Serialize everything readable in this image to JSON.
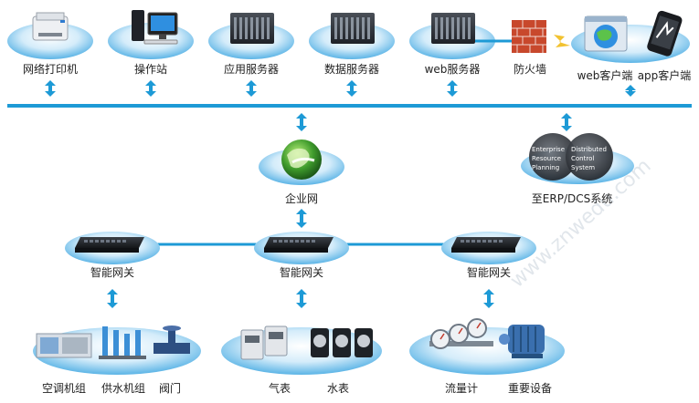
{
  "colors": {
    "bus": "#1d9ad6",
    "arrow": "#1d9ad6",
    "disc_light": "#e8f5fd",
    "disc_mid": "#9fd3f2",
    "disc_dark": "#3fa7e0",
    "server": "#2b2f36",
    "firewall": "#c8482c"
  },
  "top_nodes": [
    {
      "label": "网络打印机",
      "icon": "printer-icon"
    },
    {
      "label": "操作站",
      "icon": "workstation-icon"
    },
    {
      "label": "应用服务器",
      "icon": "server-icon"
    },
    {
      "label": "数据服务器",
      "icon": "server-icon"
    },
    {
      "label": "web服务器",
      "icon": "server-icon"
    },
    {
      "label": "防火墙",
      "icon": "firewall-icon"
    }
  ],
  "clients": {
    "web": "web客户端",
    "app": "app客户端"
  },
  "enterprise": {
    "label": "企业网",
    "icon": "globe-icon"
  },
  "erp": {
    "label": "至ERP/DCS系统",
    "left_lines": [
      "Enterprise",
      "Resource",
      "Planning"
    ],
    "right_lines": [
      "Distributed",
      "Control",
      "System"
    ]
  },
  "gateways": [
    {
      "label": "智能网关"
    },
    {
      "label": "智能网关"
    },
    {
      "label": "智能网关"
    }
  ],
  "device_groups": [
    {
      "labels": [
        "空调机组",
        "供水机组",
        "阀门"
      ]
    },
    {
      "labels": [
        "气表",
        "水表"
      ]
    },
    {
      "labels": [
        "流量计",
        "重要设备"
      ]
    }
  ],
  "watermark": "www.znwedu.com"
}
